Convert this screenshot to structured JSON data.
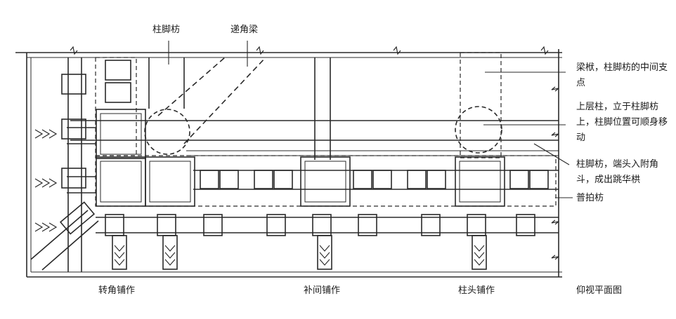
{
  "labels": {
    "top": {
      "column_foot_tie": "柱脚枋",
      "corner_beam": "递角梁"
    },
    "right": {
      "beam_bracket": "梁栿，柱脚枋的中间支点",
      "upper_column": "上层柱，立于柱脚枋上，柱脚位置可顺身移动",
      "tie_end": "柱脚枋，端头入附角斗，成出跳华栱",
      "pupai_fang": "普拍枋"
    },
    "bottom": {
      "corner_set": "转角铺作",
      "intercolumn_set": "补间铺作",
      "column_head_set": "柱头铺作",
      "view_name": "仰视平面图"
    }
  },
  "colors": {
    "line": "#2a2a2a",
    "fill": "#ffffff"
  }
}
